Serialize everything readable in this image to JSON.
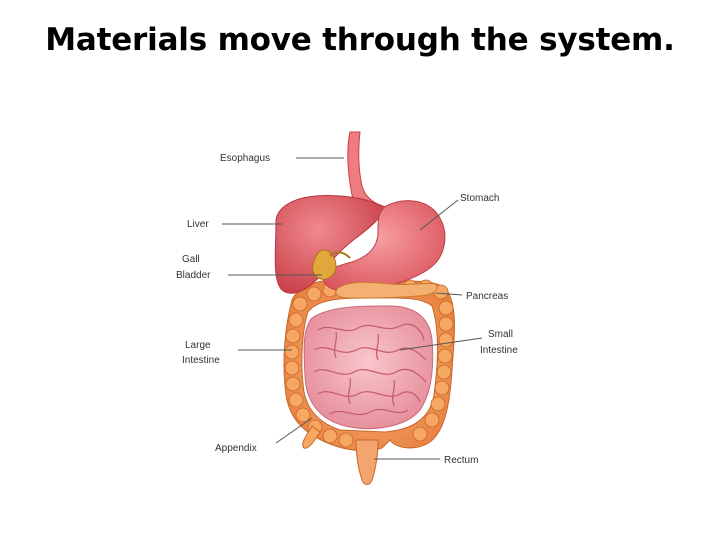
{
  "title": "Materials move through the system.",
  "labels": {
    "esophagus": "Esophagus",
    "stomach": "Stomach",
    "liver": "Liver",
    "gall_bladder_1": "Gall",
    "gall_bladder_2": "Bladder",
    "pancreas": "Pancreas",
    "large_intestine_1": "Large",
    "large_intestine_2": "Intestine",
    "small_intestine_1": "Small",
    "small_intestine_2": "Intestine",
    "appendix": "Appendix",
    "rectum": "Rectum"
  },
  "colors": {
    "liver": "#d9545a",
    "stomach": "#e86a6e",
    "gall_bladder": "#d9a030",
    "pancreas": "#f0a060",
    "large_intestine": "#f29a5a",
    "small_intestine": "#f3a6b0",
    "rectum": "#f0a070"
  }
}
